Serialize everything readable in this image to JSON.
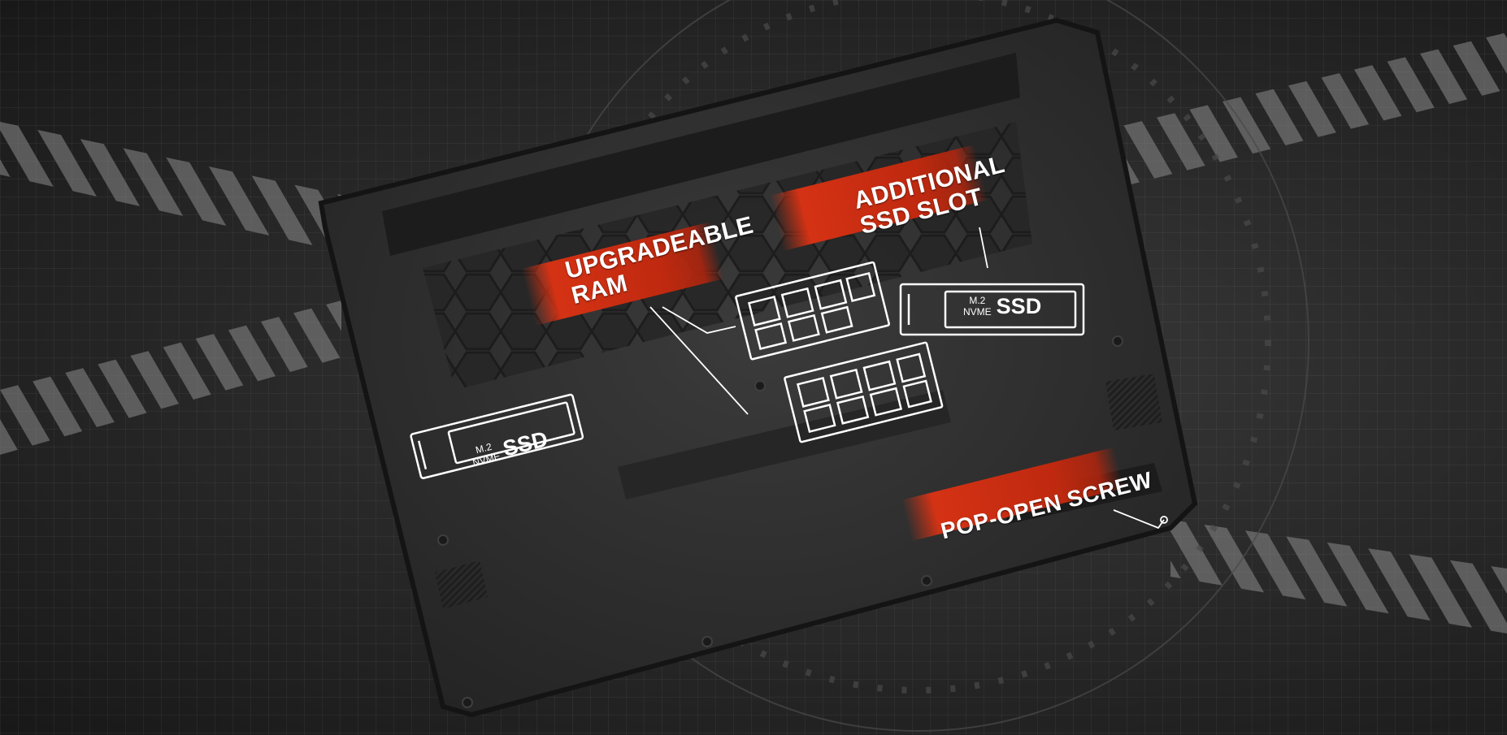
{
  "callouts": {
    "ram": [
      "UPGRADEABLE",
      "RAM"
    ],
    "ssd_slot": [
      "ADDITIONAL",
      "SSD SLOT"
    ],
    "screw": "POP-OPEN SCREW"
  },
  "ssd_cards": [
    {
      "line1": "M.2",
      "line2": "NVME",
      "big": "SSD"
    },
    {
      "line1": "M.2",
      "line2": "NVME",
      "big": "SSD"
    }
  ],
  "colors": {
    "accent_red": "#c9351a",
    "background": "#2a2a2a",
    "laptop_body": "#2c2c2c",
    "outline": "#ffffff"
  },
  "icons": [
    "ram-module-icon",
    "ssd-card-icon",
    "screw-icon",
    "hazard-stripes"
  ]
}
